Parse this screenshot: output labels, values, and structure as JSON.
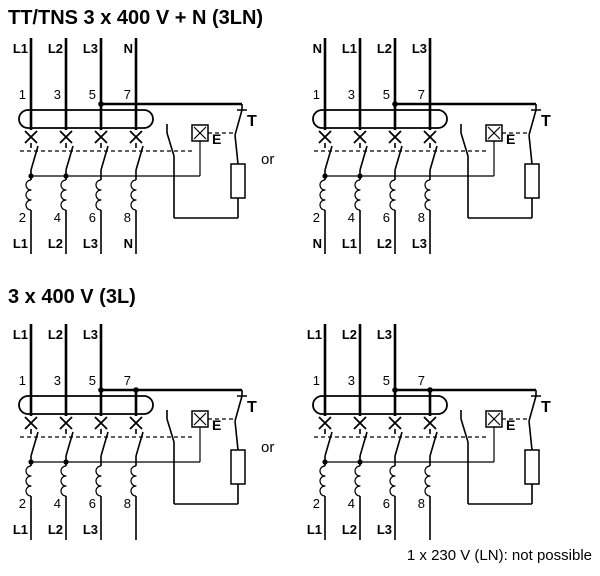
{
  "page": {
    "or_label": "or",
    "colors": {
      "ink": "#000000",
      "background": "#ffffff"
    }
  },
  "sections": {
    "tt_tns": {
      "title": "TT/TNS 3 x 400 V + N (3LN)"
    },
    "three_l": {
      "title": "3 x 400 V (3L)",
      "note": "1 x 230 V (LN): not possible"
    }
  },
  "terminals": {
    "top": [
      "1",
      "3",
      "5",
      "7"
    ],
    "bottom": [
      "2",
      "4",
      "6",
      "8"
    ]
  },
  "test": {
    "relay_label": "E",
    "button_label": "T"
  },
  "diagrams": {
    "tt_tns_left": {
      "top_labels": [
        "L1",
        "L2",
        "L3",
        "N"
      ],
      "bottom_labels": [
        "L1",
        "L2",
        "L3",
        "N"
      ]
    },
    "tt_tns_right": {
      "top_labels": [
        "N",
        "L1",
        "L2",
        "L3"
      ],
      "bottom_labels": [
        "N",
        "L1",
        "L2",
        "L3"
      ]
    },
    "three_l_left": {
      "top_labels": [
        "L1",
        "L2",
        "L3"
      ],
      "bottom_labels": [
        "L1",
        "L2",
        "L3"
      ]
    },
    "three_l_right": {
      "top_labels": [
        "L1",
        "L2",
        "L3"
      ],
      "bottom_labels": [
        "L1",
        "L2",
        "L3"
      ]
    }
  }
}
